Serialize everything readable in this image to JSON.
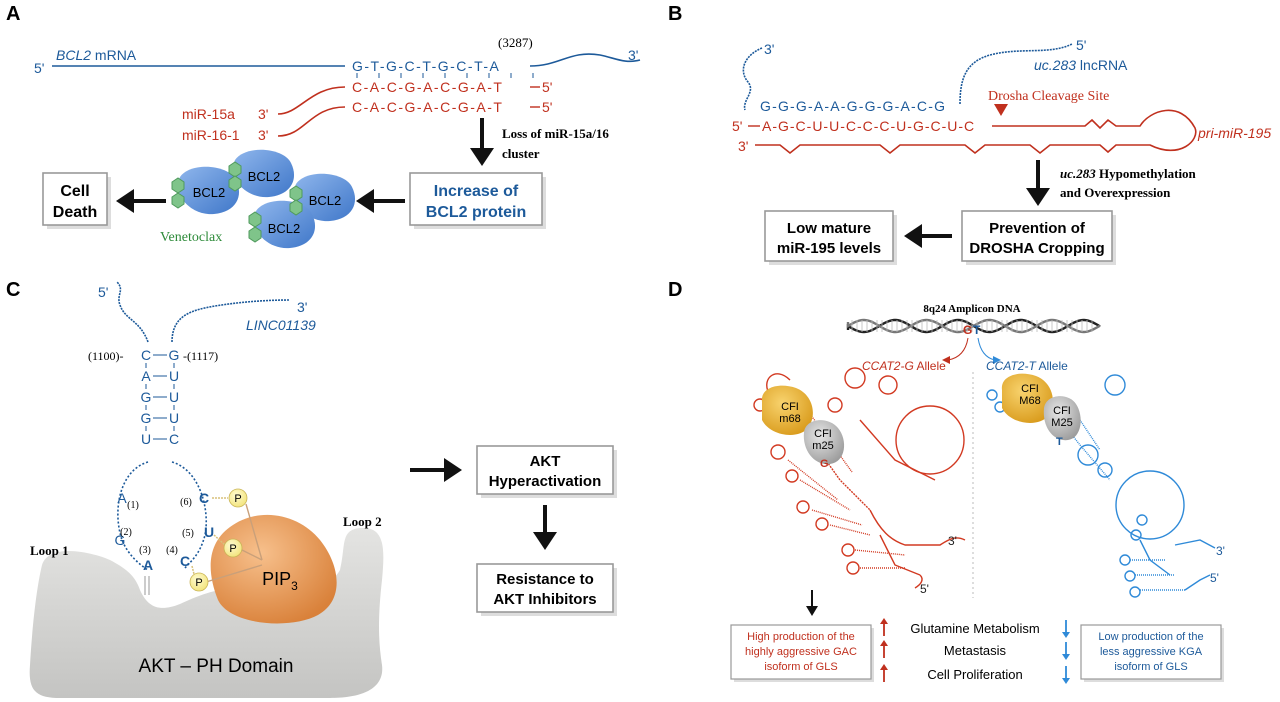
{
  "colors": {
    "blue": "#1d5a9a",
    "red": "#c0301e",
    "green": "#2e8b3a",
    "gray": "#cfcfcf",
    "orange": "#e08a3c",
    "lightblue": "#2f8ad8"
  },
  "panelA": {
    "label": "A",
    "mrna_5": "5'",
    "mrna_name": "BCL2",
    "mrna_suffix": " mRNA",
    "mrna_3": "3'",
    "position": "(3287)",
    "mrna_seq": "G-T-G-C-T-G-C-T-A",
    "mir_seq": "C-A-C-G-A-C-G-A-T",
    "mir_5": "5'",
    "mir15a": "miR-15a",
    "mir161": "miR-16-1",
    "mir_3": "3'",
    "loss_line1": "Loss of miR-15a/16",
    "loss_line2": "cluster",
    "increase_line1": "Increase of",
    "increase_line2": "BCL2 protein",
    "death_line1": "Cell",
    "death_line2": "Death",
    "bcl2": "BCL2",
    "drug": "Venetoclax"
  },
  "panelB": {
    "label": "B",
    "lnc_3": "3'",
    "lnc_5": "5'",
    "lnc_name": "uc.283",
    "lnc_suffix": " lncRNA",
    "lnc_seq": "G-G-G-A-A-G-G-G-A-C-G",
    "pri_seq": "A-G-C-U-U-C-C-C-U-G-C-U-C",
    "pri_5": "5'",
    "pri_3": "3'",
    "drosha_site": "Drosha Cleavage Site",
    "pri_name": "pri-miR-195",
    "hypo_name": "uc.283",
    "hypo_line1": " Hypomethylation",
    "hypo_line2": "and Overexpression",
    "prev_line1": "Prevention of",
    "prev_line2": "DROSHA  Cropping",
    "low_line1": "Low mature",
    "low_line2": "miR-195 levels"
  },
  "panelC": {
    "label": "C",
    "end5": "5'",
    "end3": "3'",
    "linc": "LINC01139",
    "pos_left": "(1100)-",
    "pos_right": "-(1117)",
    "stem_left": [
      "C",
      "A",
      "G",
      "G",
      "U"
    ],
    "stem_right": [
      "G",
      "U",
      "U",
      "U",
      "C"
    ],
    "loop_nts": [
      "A",
      "G",
      "A",
      "C",
      "U",
      "C"
    ],
    "loop_nums": [
      "(1)",
      "(2)",
      "(3)",
      "(4)",
      "(5)",
      "(6)"
    ],
    "phos": "P",
    "pip": "PIP",
    "pip_sub": "3",
    "loop1": "Loop 1",
    "loop2": "Loop 2",
    "akt_domain": "AKT  – PH Domain",
    "hyper_line1": "AKT",
    "hyper_line2": "Hyperactivation",
    "resist_line1": "Resistance to",
    "resist_line2": "AKT Inhibitors"
  },
  "panelD": {
    "label": "D",
    "amplicon": "8q24 Amplicon DNA",
    "allele_g_letter": "G",
    "allele_t_letter": "T",
    "ccat_g_name": "CCAT2-G",
    "ccat_g_suffix": " Allele",
    "ccat_t_name": "CCAT2-T",
    "ccat_t_suffix": " Allele",
    "cfi_m68_g": [
      "CFI",
      "m68"
    ],
    "cfi_m25_g": [
      "CFI",
      "m25"
    ],
    "cfi_m68_t": [
      "CFI",
      "M68"
    ],
    "cfi_m25_t": [
      "CFI",
      "M25"
    ],
    "g_nt": "G",
    "t_nt": "T",
    "end3": "3'",
    "end5": "5'",
    "high_text": [
      "High production of the",
      "highly aggressive GAC",
      "isoform of GLS"
    ],
    "low_text": [
      "Low production of the",
      "less aggressive KGA",
      "isoform of GLS"
    ],
    "outcomes": [
      "Glutamine Metabolism",
      "Metastasis",
      "Cell Proliferation"
    ]
  }
}
